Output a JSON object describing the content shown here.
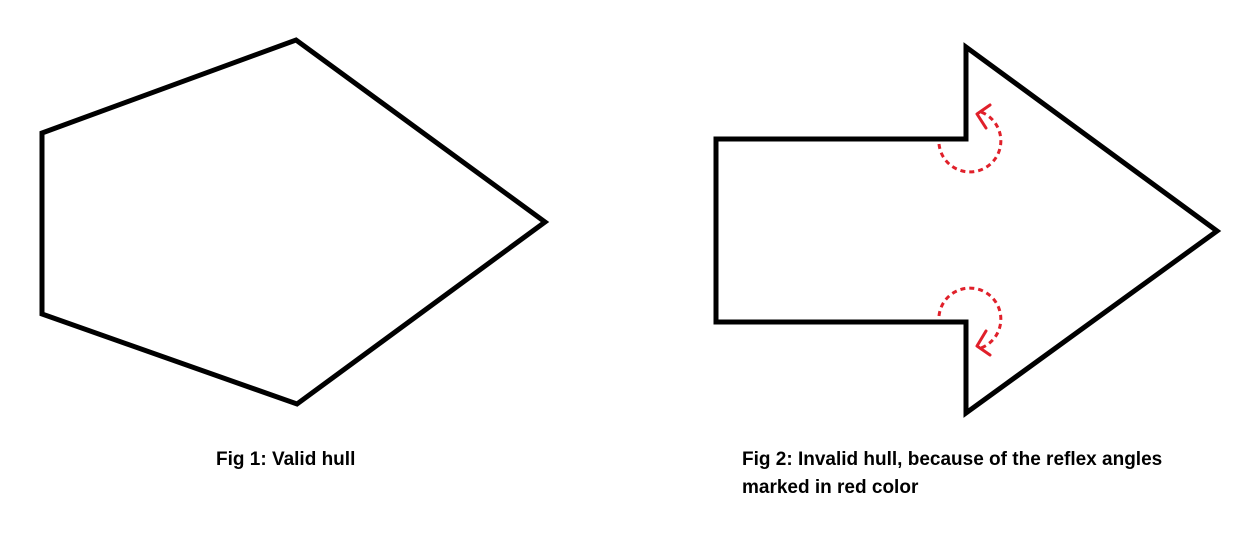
{
  "figures": [
    {
      "caption": "Fig 1: Valid hull"
    },
    {
      "caption_line1": "Fig 2: Invalid hull, because of the reflex angles",
      "caption_line2": "marked in red color"
    }
  ],
  "colors": {
    "outline": "#000000",
    "reflex_marker": "#e0202a",
    "background": "#ffffff"
  },
  "icons": {
    "reflex_marker": "dotted-curved-arrow-icon"
  }
}
